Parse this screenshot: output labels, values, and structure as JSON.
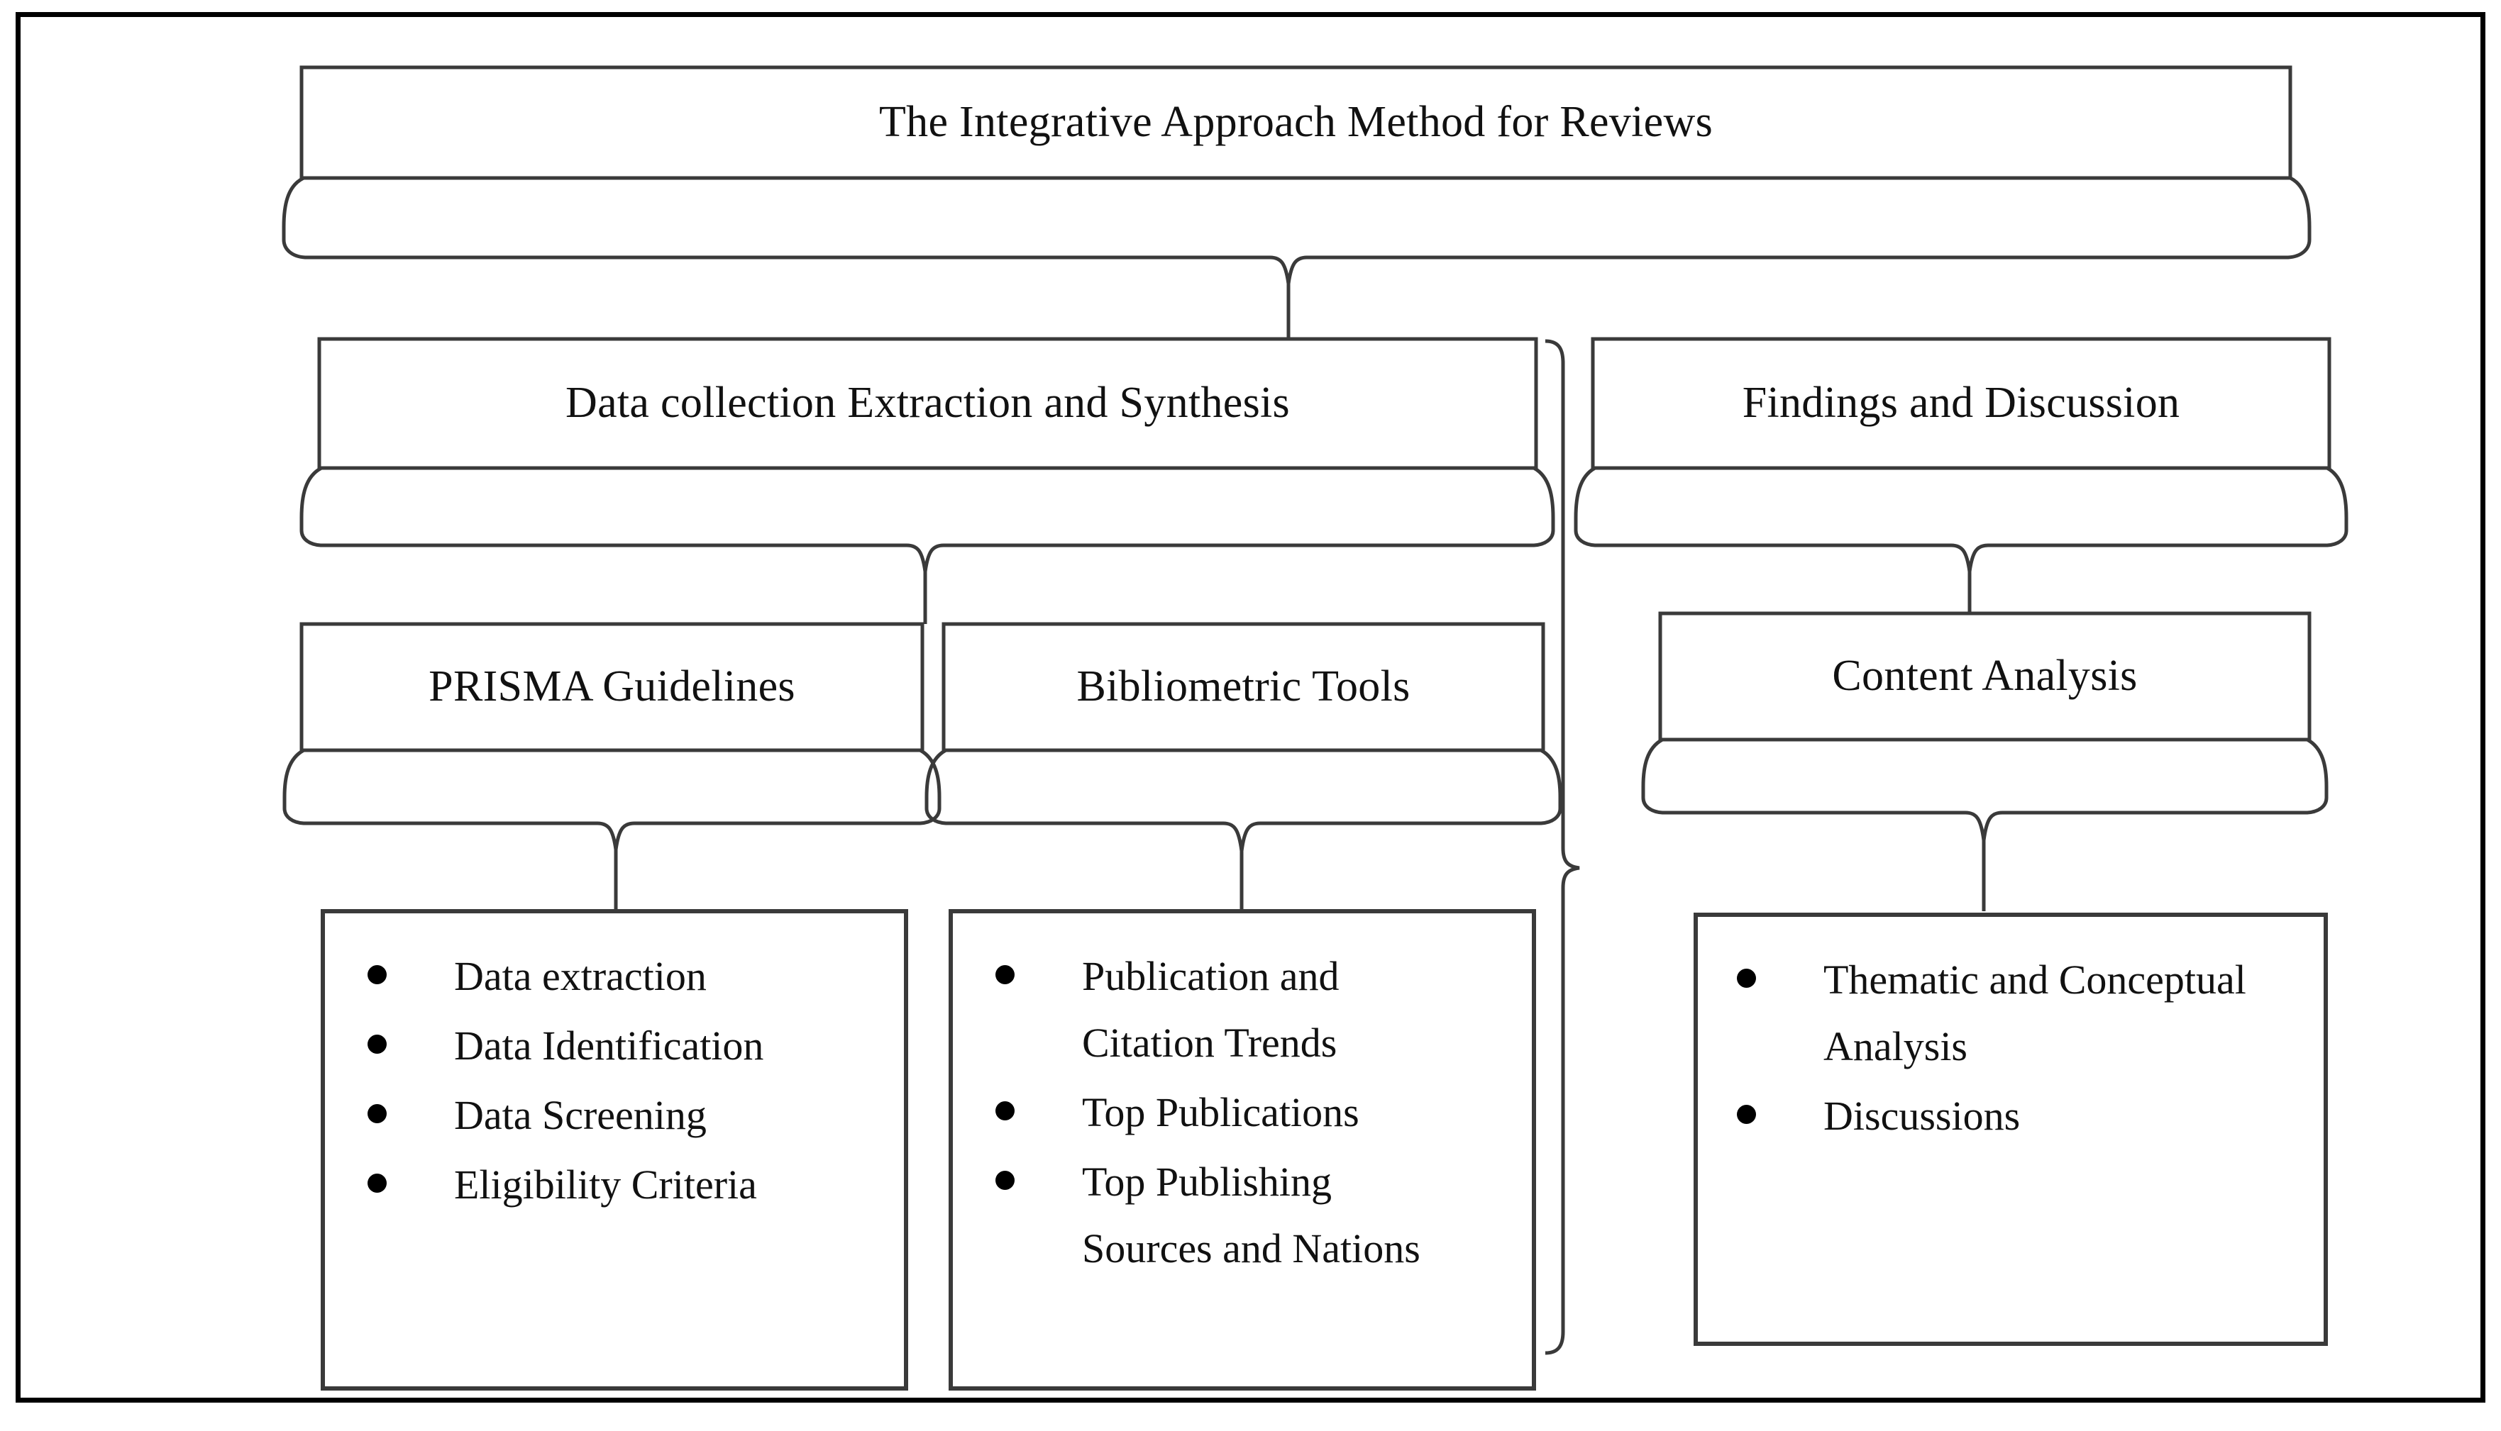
{
  "figure": {
    "kind": "hierarchical-flowchart",
    "orientation": "top-down",
    "levels": 4
  },
  "title_node": {
    "label": "The Integrative Approach Method for Reviews"
  },
  "level2": [
    {
      "id": "data-collection",
      "label": "Data collection Extraction and Synthesis"
    },
    {
      "id": "findings-discussion",
      "label": "Findings and Discussion"
    }
  ],
  "level3": [
    {
      "id": "prisma-guidelines",
      "label": "PRISMA Guidelines"
    },
    {
      "id": "bibliometric-tools",
      "label": "Bibliometric Tools"
    },
    {
      "id": "content-analysis",
      "label": "Content Analysis"
    }
  ],
  "level4": [
    {
      "id": "prisma-items",
      "parent": "prisma-guidelines",
      "items": [
        "Data extraction",
        "Data Identification",
        "Data Screening",
        "Eligibility Criteria"
      ]
    },
    {
      "id": "bibliometric-items",
      "parent": "bibliometric-tools",
      "items": [
        "Publication and Citation Trends",
        "Top Publications",
        "Top Publishing Sources and Nations"
      ]
    },
    {
      "id": "content-items",
      "parent": "content-analysis",
      "items": [
        "Thematic and Conceptual Analysis",
        "Discussions"
      ]
    }
  ],
  "colors": {
    "frame": "#000000",
    "node_stroke": "#3a3a3a",
    "node_fill": "#ffffff",
    "text": "#111111",
    "bullet": "#000000"
  }
}
